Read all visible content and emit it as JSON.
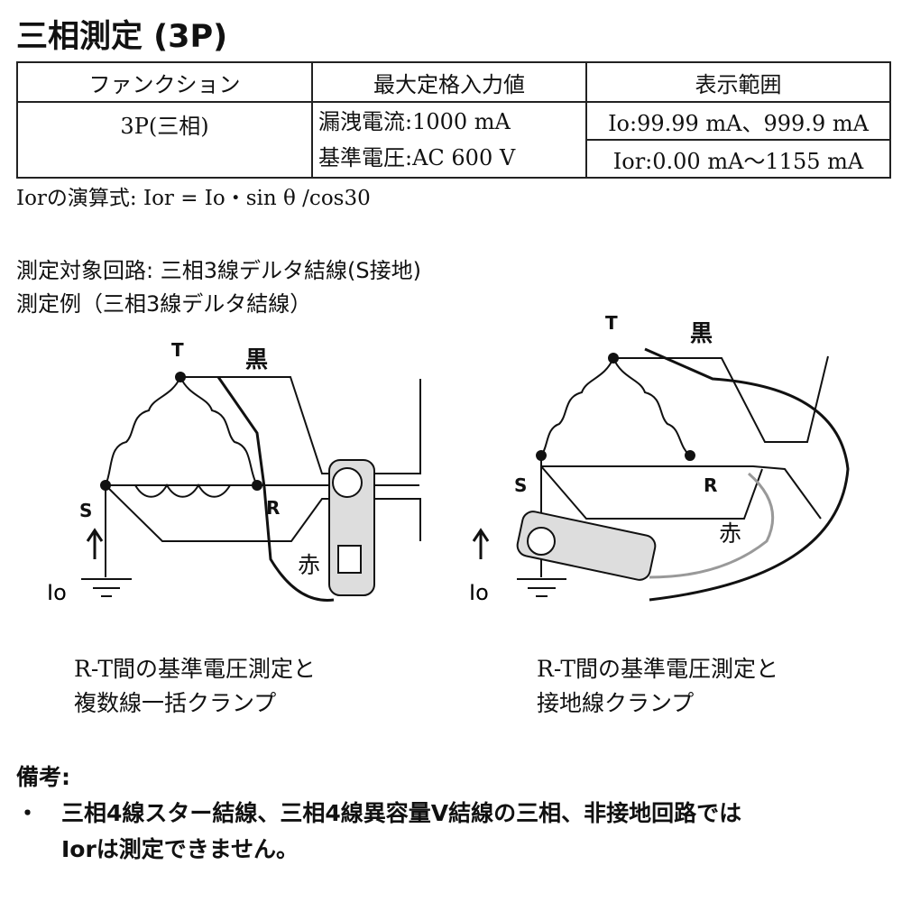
{
  "title": "三相測定 (3P)",
  "table": {
    "headers": [
      "ファンクション",
      "最大定格入力値",
      "表示範囲"
    ],
    "function": "3P(三相)",
    "max_rating": [
      "漏洩電流:1000 mA",
      "基準電圧:AC 600 V"
    ],
    "display_range": [
      "Io:99.99 mA、999.9 mA",
      "Ior:0.00 mA〜1155 mA"
    ]
  },
  "formula": "Iorの演算式:  Ior = Io・sin θ /cos30",
  "target_circuit": "測定対象回路: 三相3線デルタ結線(S接地)",
  "example": "測定例（三相3線デルタ結線）",
  "diagrams": [
    {
      "labels": {
        "T": "T",
        "S": "S",
        "R": "R",
        "black": "黒",
        "red": "赤",
        "io": "Io"
      },
      "caption": [
        "R-T間の基準電圧測定と",
        "複数線一括クランプ"
      ]
    },
    {
      "labels": {
        "T": "T",
        "S": "S",
        "R": "R",
        "black": "黒",
        "red": "赤",
        "io": "Io"
      },
      "caption": [
        "R-T間の基準電圧測定と",
        "接地線クランプ"
      ]
    }
  ],
  "notes": {
    "heading": "備考:",
    "bullet": "・",
    "items": [
      "三相4線スター結線、三相4線異容量V結線の三相、非接地回路では",
      "Iorは測定できません。"
    ]
  }
}
